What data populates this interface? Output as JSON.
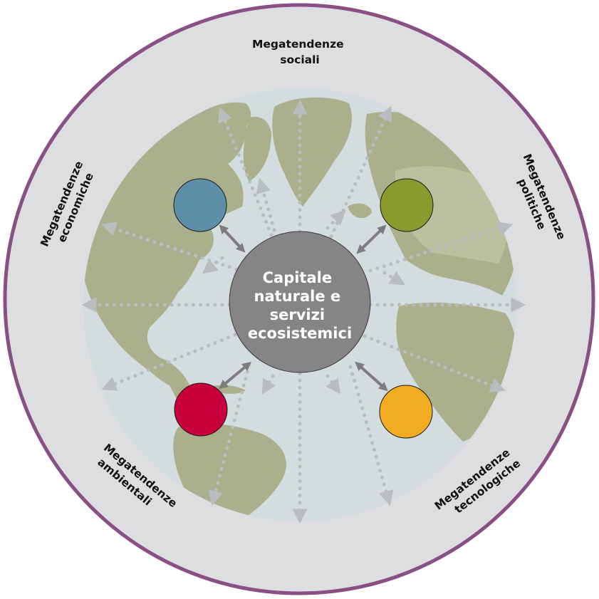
{
  "center": {
    "lines": [
      "Capitale",
      "naturale e",
      "servizi",
      "ecosistemici"
    ]
  },
  "labels": {
    "sociali": [
      "Megatendenze",
      "sociali"
    ],
    "politiche": [
      "Megatendenze",
      "politiche"
    ],
    "tecnologiche": [
      "Megatendenze",
      "tecnologiche"
    ],
    "ambientali": [
      "Megatendenze",
      "ambientali"
    ],
    "economiche": [
      "Megatendenze",
      "economiche"
    ]
  },
  "colors": {
    "ring_fill": "#dcdedf",
    "ring_border": "#8a4f85",
    "ocean": "#d3dde0",
    "land": "#aab08b",
    "center": "#858585",
    "economiche_node": "#5d8fa8",
    "politiche_node": "#8b9a2d",
    "ambientali_node": "#c8003c",
    "tecnologiche_node": "#f2ac23",
    "arrow_dotted": "#b9bdbf",
    "arrow_solid": "#7d7d7d"
  }
}
